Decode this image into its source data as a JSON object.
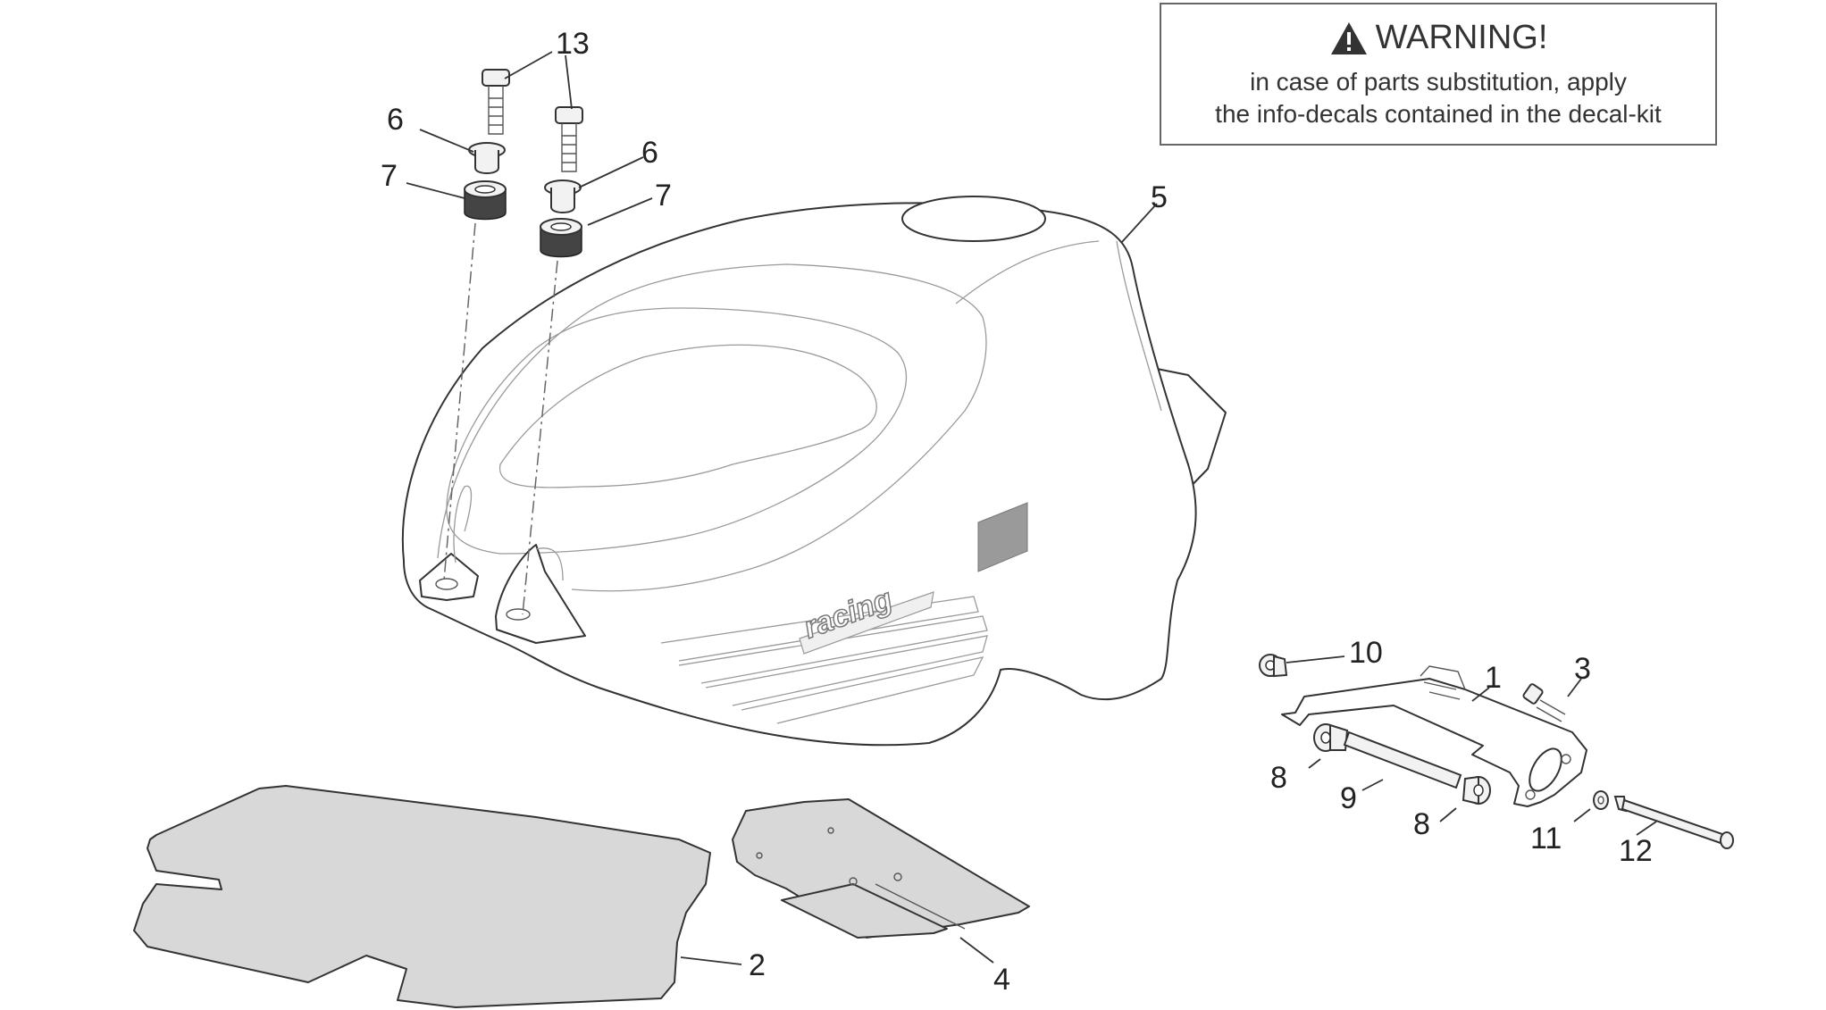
{
  "warning": {
    "title": "WARNING!",
    "line1": "in case of parts substitution, apply",
    "line2": "the info-decals contained in the decal-kit",
    "icon": "warning-triangle-icon"
  },
  "tank": {
    "brand_text": "racing"
  },
  "callouts": {
    "c1": "1",
    "c2": "2",
    "c3": "3",
    "c4": "4",
    "c5": "5",
    "c6a": "6",
    "c6b": "6",
    "c7a": "7",
    "c7b": "7",
    "c8a": "8",
    "c8b": "8",
    "c9": "9",
    "c10": "10",
    "c11": "11",
    "c12": "12",
    "c13": "13"
  }
}
